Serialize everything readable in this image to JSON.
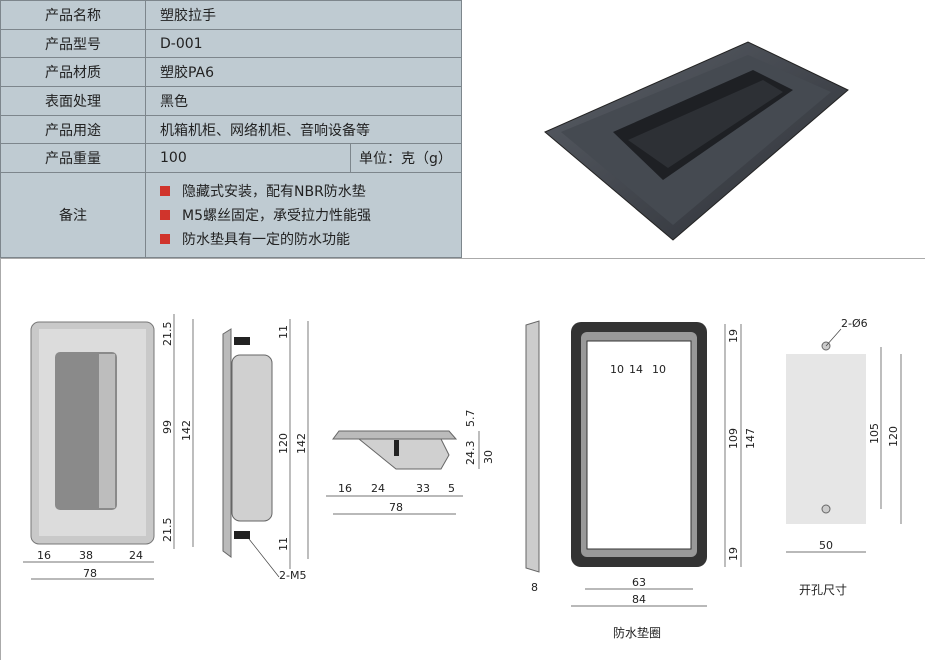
{
  "spec": {
    "rows": [
      {
        "label": "产品名称",
        "value": "塑胶拉手"
      },
      {
        "label": "产品型号",
        "value": "D-001"
      },
      {
        "label": "产品材质",
        "value": "塑胶PA6"
      },
      {
        "label": "表面处理",
        "value": "黑色"
      },
      {
        "label": "产品用途",
        "value": "机箱机柜、网络机柜、音响设备等"
      },
      {
        "label": "产品重量",
        "value": "100",
        "unit": "单位：克（g）"
      }
    ],
    "notes_label": "备注",
    "notes": [
      "隐藏式安装，配有NBR防水垫",
      "M5螺丝固定，承受拉力性能强",
      "防水垫具有一定的防水功能"
    ]
  },
  "colors": {
    "table_bg": "#bfcbd2",
    "bullet": "#d0342c"
  },
  "drawing": {
    "front": {
      "top": "21.5",
      "mid": "99",
      "bottom": "21.5",
      "height": "142",
      "w1": "16",
      "w2": "38",
      "w3": "24",
      "width": "78"
    },
    "side": {
      "top": "11",
      "inner": "120",
      "height": "142",
      "bottom": "11",
      "screw": "2-M5"
    },
    "section": {
      "t1": "5.7",
      "t2": "24.3",
      "h": "30",
      "w1": "16",
      "w2": "24",
      "w3": "33",
      "w4": "5",
      "width": "78"
    },
    "gasket": {
      "thick": "8",
      "top": "19",
      "mid": "109",
      "height": "147",
      "bottom": "19",
      "s1": "10",
      "s2": "14",
      "s3": "10",
      "inner_w": "63",
      "width": "84",
      "caption": "防水垫圈"
    },
    "cutout": {
      "holes": "2-Ø6",
      "h1": "105",
      "h2": "120",
      "width": "50",
      "caption": "开孔尺寸"
    }
  }
}
